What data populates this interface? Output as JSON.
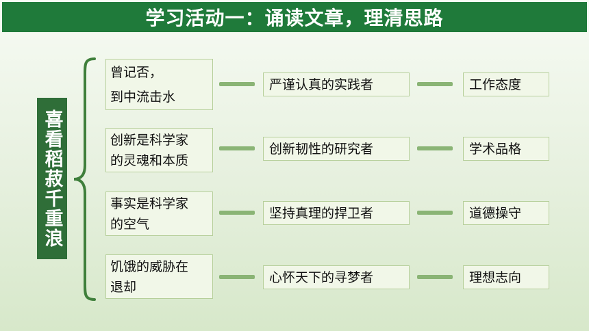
{
  "title": "学习活动一：诵读文章，理清思路",
  "main_title": "喜看稻菽千重浪",
  "rows": [
    {
      "left_lines": [
        "曾记否，",
        "到中流击水"
      ],
      "middle": "严谨认真的实践者",
      "right": "工作态度"
    },
    {
      "left_lines": [
        "创新是科学家",
        "的灵魂和本质"
      ],
      "middle": "创新韧性的研究者",
      "right": "学术品格"
    },
    {
      "left_lines": [
        "事实是科学家",
        "的空气"
      ],
      "middle": "坚持真理的捍卫者",
      "right": "道德操守"
    },
    {
      "left_lines": [
        "饥饿的威胁在",
        "退却"
      ],
      "middle": "心怀天下的寻梦者",
      "right": "理想志向"
    }
  ]
}
